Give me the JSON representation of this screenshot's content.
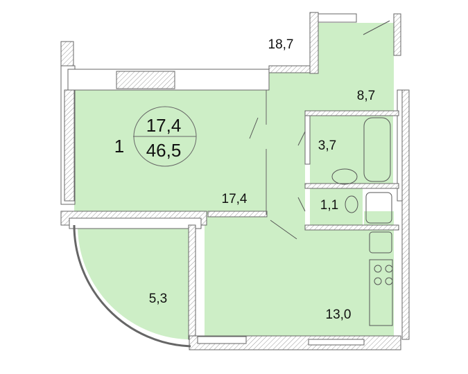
{
  "plan": {
    "rooms_count": "1",
    "circle": {
      "living_area": "17,4",
      "total_area": "46,5"
    },
    "areas": {
      "neighbor": "18,7",
      "hall": "8,7",
      "bathroom": "3,7",
      "living_room": "17,4",
      "toilet": "1,1",
      "balcony": "5,3",
      "kitchen": "13,0"
    },
    "colors": {
      "floor": "#cdeec6",
      "wall": "#ffffff",
      "wall_hatch": "#9a9a9a",
      "line": "#555555"
    }
  }
}
